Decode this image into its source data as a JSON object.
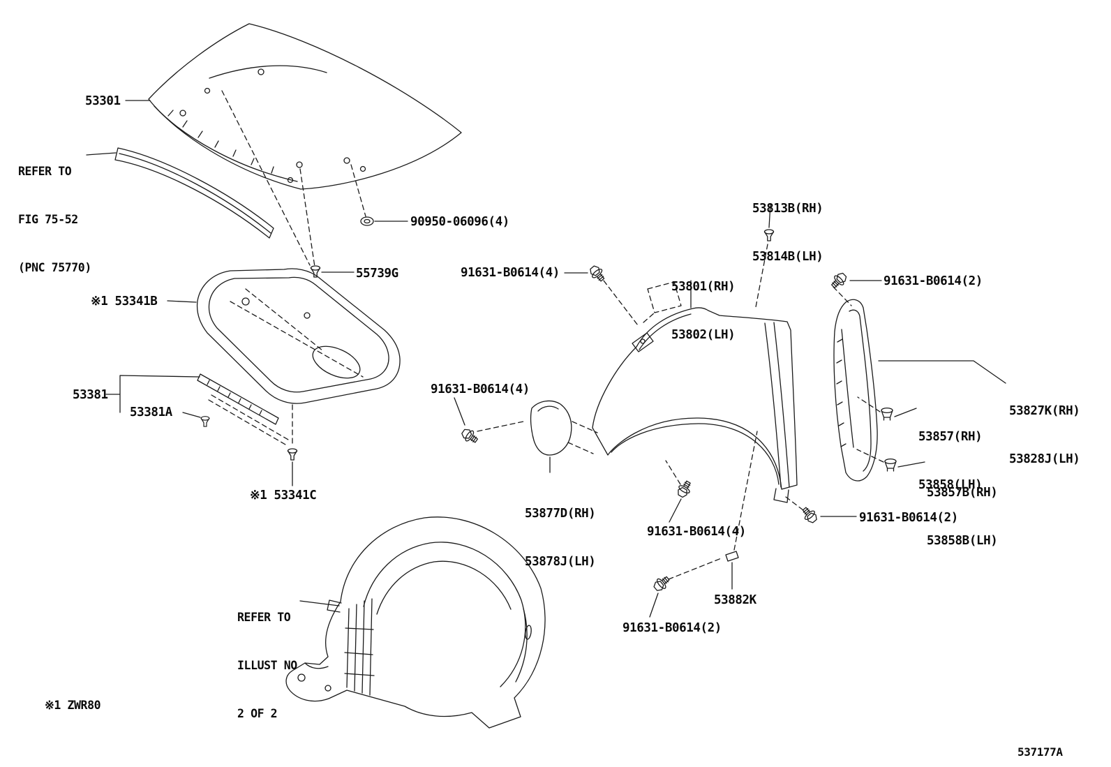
{
  "diagram": {
    "drawing_code": "537177A",
    "footnote": "※1 ZWR80",
    "background": "#ffffff",
    "line_color": "#1a1a1a"
  },
  "notes": {
    "hood_seal_ref": {
      "line1": "REFER TO",
      "line2": "FIG 75-52",
      "line3": "(PNC 75770)"
    },
    "liner_ref": {
      "line1": "REFER TO",
      "line2": "ILLUST NO",
      "line3": "2 OF 2"
    }
  },
  "parts": {
    "hood": "53301",
    "hood_grommet": "90950-06096(4)",
    "hood_clip": "55739G",
    "hood_insulator": "※1 53341B",
    "hood_seal_strip": "53381",
    "hood_seal_clip": "53381A",
    "insulator_clip": "※1 53341C",
    "fender": {
      "rh": "53801(RH)",
      "lh": "53802(LH)"
    },
    "fender_pin": {
      "rh": "53813B(RH)",
      "lh": "53814B(LH)"
    },
    "fender_brace": {
      "rh": "53827K(RH)",
      "lh": "53828J(LH)"
    },
    "brace_clip_a": {
      "rh": "53857(RH)",
      "lh": "53858(LH)"
    },
    "brace_clip_b": {
      "rh": "53857B(RH)",
      "lh": "53858B(LH)"
    },
    "fender_protector": {
      "rh": "53877D(RH)",
      "lh": "53878J(LH)"
    },
    "fender_clip": "53882K"
  },
  "fasteners": {
    "bolt_fender_top": "91631-B0614(4)",
    "bolt_protector": "91631-B0614(4)",
    "bolt_fender_bottom": "91631-B0614(4)",
    "bolt_brace_top": "91631-B0614(2)",
    "bolt_brace_bottom": "91631-B0614(2)",
    "bolt_liner": "91631-B0614(2)"
  }
}
